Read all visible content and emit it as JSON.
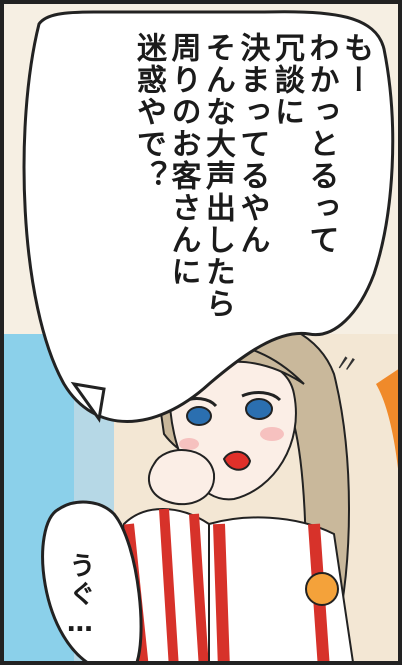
{
  "speech_main": {
    "lines": [
      "もー",
      "わかっとるって",
      "冗談に",
      "決まってるやん",
      "そんな大声出したら",
      "周りのお客さんに",
      "迷惑やで？"
    ]
  },
  "speech_small": {
    "text": "うぐ…"
  },
  "effect": {
    "text": "〃"
  },
  "colors": {
    "background": "#f6efe3",
    "window_blue": "#8bd0ea",
    "hair": "#c9b89b",
    "jacket_red": "#d7322a",
    "outline": "#222222",
    "mouth_red": "#e0302a"
  }
}
